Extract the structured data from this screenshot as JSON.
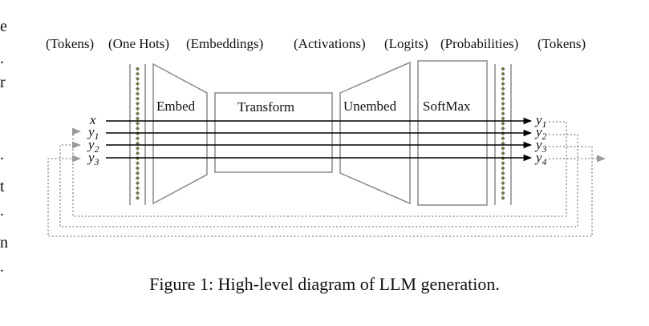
{
  "stage_labels": [
    "(Tokens)",
    "(One Hots)",
    "(Embeddings)",
    "(Activations)",
    "(Logits)",
    "(Probabilities)",
    "(Tokens)"
  ],
  "blocks": {
    "embed": "Embed",
    "transform": "Transform",
    "unembed": "Unembed",
    "softmax": "SoftMax"
  },
  "inputs": [
    {
      "base": "x",
      "sub": ""
    },
    {
      "base": "y",
      "sub": "1"
    },
    {
      "base": "y",
      "sub": "2"
    },
    {
      "base": "y",
      "sub": "3"
    }
  ],
  "outputs": [
    {
      "base": "y",
      "sub": "1"
    },
    {
      "base": "y",
      "sub": "2"
    },
    {
      "base": "y",
      "sub": "3"
    },
    {
      "base": "y",
      "sub": "4"
    }
  ],
  "caption": "Figure 1: High-level diagram of LLM generation.",
  "margin_chars": [
    "e",
    ".",
    "r",
    ".",
    "t",
    ".",
    "n",
    "."
  ],
  "colors": {
    "line": "#000000",
    "shape_stroke": "#8a8a8a",
    "feedback": "#9a9a9a",
    "onehot_dot": "#6b7a4a"
  }
}
